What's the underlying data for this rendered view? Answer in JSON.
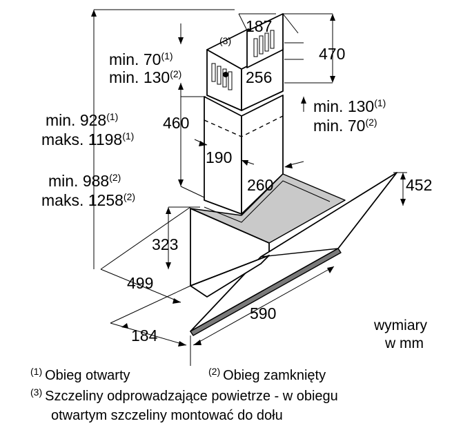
{
  "dimensions": {
    "d187": "187",
    "d470": "470",
    "d256": "256",
    "d460": "460",
    "d190": "190",
    "d260": "260",
    "d452": "452",
    "d323": "323",
    "d499": "499",
    "d590": "590",
    "d184": "184"
  },
  "labels": {
    "min70_text": "min. 70",
    "min70_sup": "(1)",
    "min130_text": "min. 130",
    "min130_sup": "(2)",
    "r_min130_text": "min. 130",
    "r_min130_sup": "(1)",
    "r_min70_text": "min. 70",
    "r_min70_sup": "(2)",
    "min928_text": "min. 928",
    "min928_sup": "(1)",
    "maks1198_text": "maks. 1198",
    "maks1198_sup": "(1)",
    "min988_text": "min. 988",
    "min988_sup": "(2)",
    "maks1258_text": "maks. 1258",
    "maks1258_sup": "(2)",
    "slot_marker": "(3)"
  },
  "units": {
    "line1": "wymiary",
    "line2": "w mm"
  },
  "legend": {
    "n1": "(1)",
    "t1": "Obieg otwarty",
    "n2": "(2)",
    "t2": "Obieg zamknięty",
    "n3": "(3)",
    "t3a": "Szczeliny odprowadzające powietrze - w obiegu",
    "t3b": "otwartym szczeliny montować do dołu"
  }
}
